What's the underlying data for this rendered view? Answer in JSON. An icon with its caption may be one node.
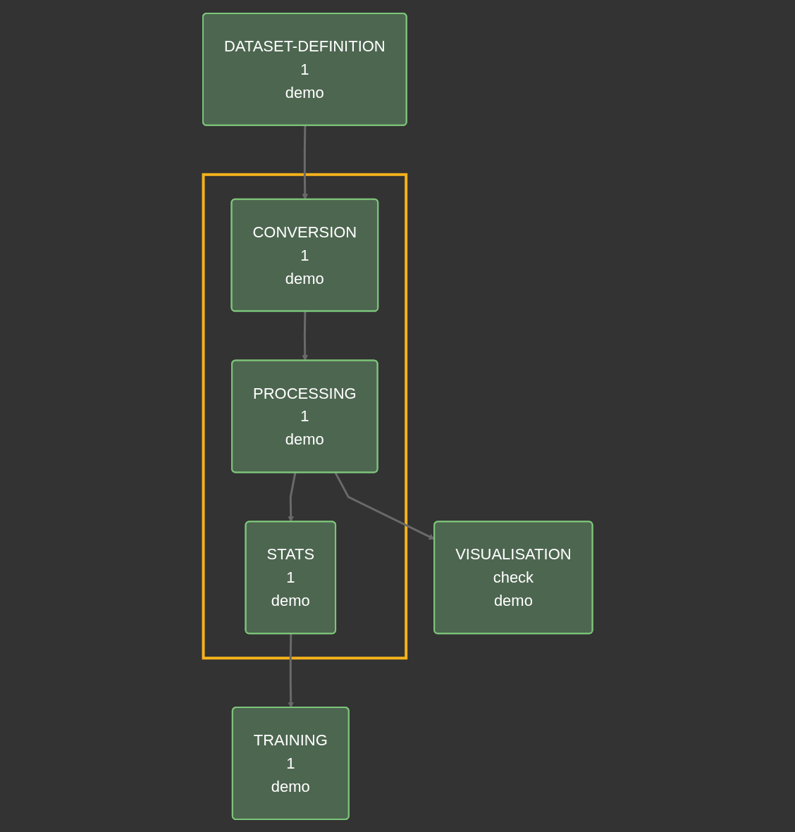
{
  "diagram": {
    "nodes": [
      {
        "text": [
          "DATASET-DEFINITION",
          "1",
          "demo"
        ]
      },
      {
        "text": [],
        "shape": "box"
      },
      {
        "text": [
          "CONVERSION",
          "1",
          "demo"
        ],
        "in": 1
      },
      {
        "text": [
          "PROCESSING",
          "1",
          "demo"
        ],
        "in": 1
      },
      {
        "text": [
          "STATS",
          "1",
          "demo"
        ],
        "in": 1
      },
      {
        "text": [
          "VISUALISATION",
          "check",
          "demo"
        ]
      },
      {
        "text": [
          "TRAINING",
          "1",
          "demo"
        ]
      }
    ],
    "edges": [
      {
        "from": 0,
        "to": 2,
        "arrow": "to"
      },
      {
        "from": 2,
        "to": 3,
        "arrow": "to"
      },
      {
        "from": 3,
        "to": 4,
        "arrow": "to"
      },
      {
        "from": 3,
        "to": 5,
        "arrow": "to"
      },
      {
        "from": 4,
        "to": 6,
        "arrow": "to"
      }
    ]
  }
}
